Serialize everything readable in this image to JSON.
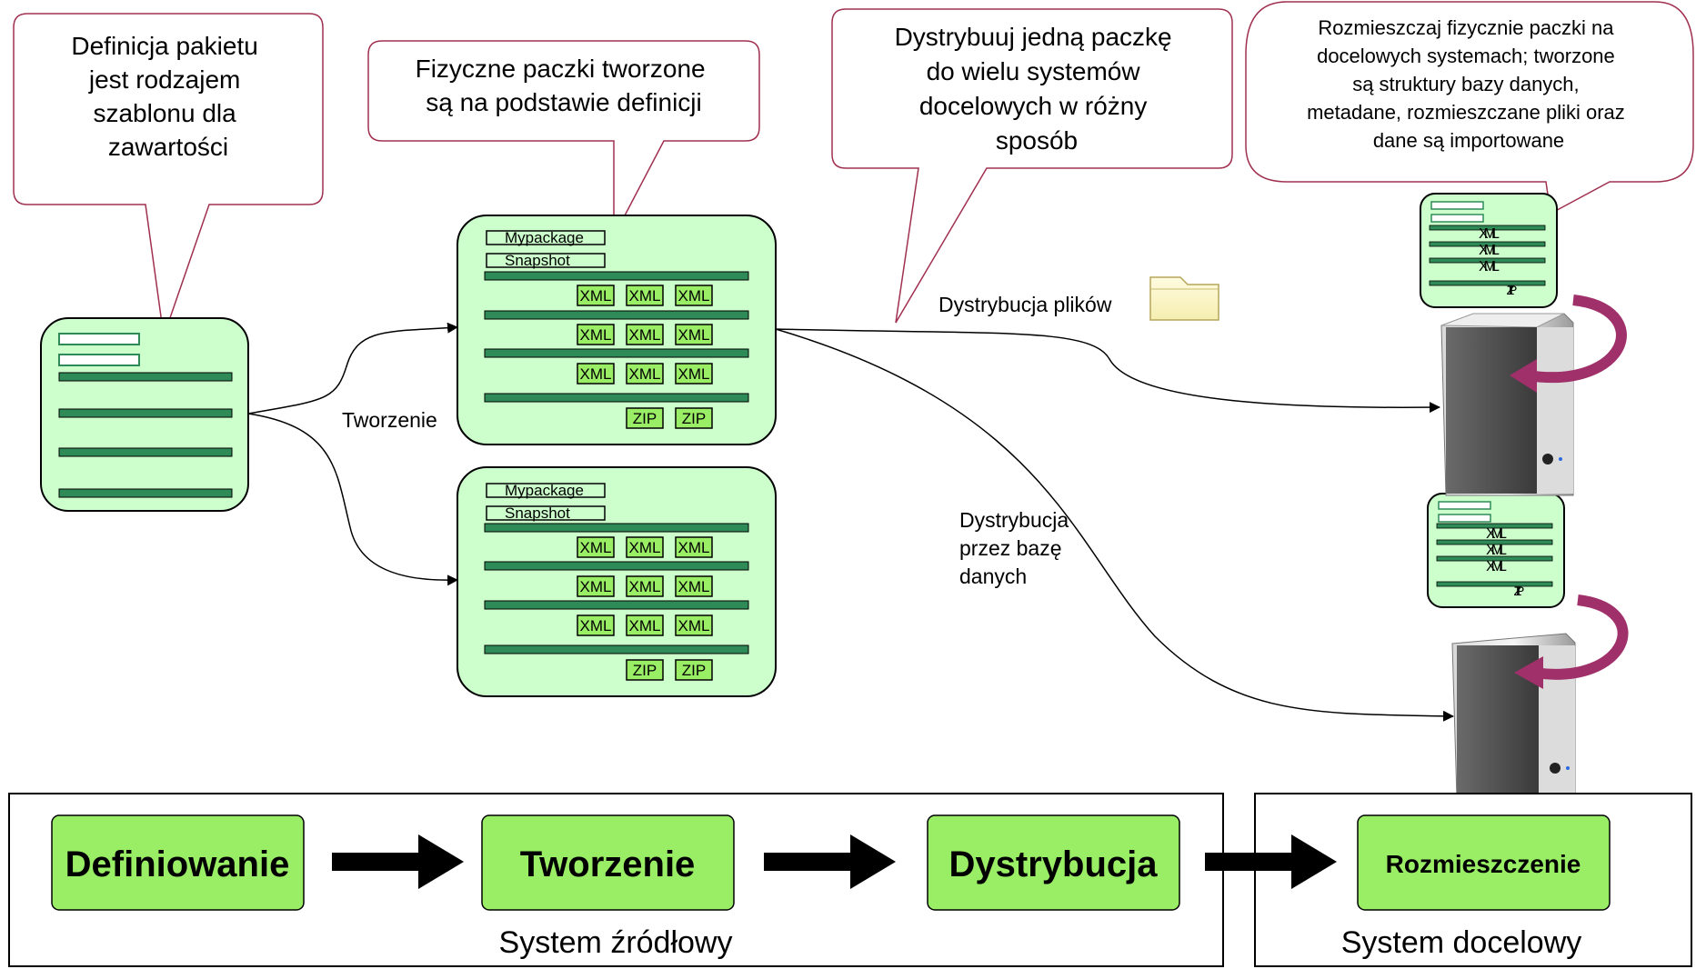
{
  "bubbles": {
    "definition": [
      "Definicja pakietu",
      "jest rodzajem",
      "szablonu dla",
      "zawartości"
    ],
    "creation": [
      "Fizyczne paczki tworzone",
      "są na podstawie definicji"
    ],
    "distribution": [
      "Dystrybuuj jedną paczkę",
      "do wielu systemów",
      "docelowych w różny",
      "sposób"
    ],
    "deployment": [
      "Rozmieszczaj fizycznie paczki na",
      "docelowych systemach; tworzone",
      "są struktury bazy danych,",
      "metadane, rozmieszczane pliki oraz",
      "dane są importowane"
    ]
  },
  "package": {
    "name": "Mypackage",
    "snapshot": "Snapshot",
    "xml": "XML",
    "zip": "ZIP"
  },
  "labels": {
    "create": "Tworzenie",
    "file_distribution": "Dystrybucja plików",
    "db_distribution": [
      "Dystrybucja",
      "przez bazę",
      "danych"
    ]
  },
  "process": {
    "steps": [
      "Definiowanie",
      "Tworzenie",
      "Dystrybucja",
      "Rozmieszczenie"
    ],
    "source_system": "System źródłowy",
    "target_system": "System docelowy"
  },
  "colors": {
    "box_fill": "#ccffcc",
    "bar": "#2e8b57",
    "step_fill": "#99ee66",
    "deploy_arrow": "#a0306a",
    "bubble_border": "#a03050",
    "folder": "#ffffcc"
  }
}
